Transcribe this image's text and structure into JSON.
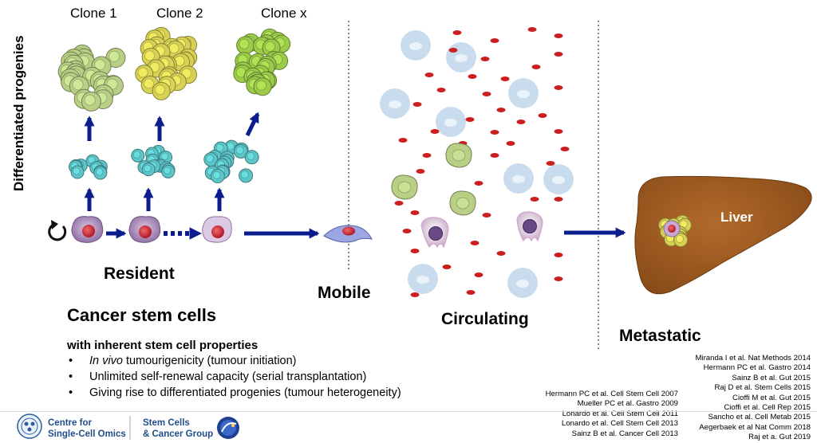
{
  "y_axis_label": "Differentiated progenies",
  "clones": [
    "Clone 1",
    "Clone 2",
    "Clone x"
  ],
  "stages": {
    "resident": "Resident",
    "mobile": "Mobile",
    "circulating": "Circulating",
    "metastatic": "Metastatic"
  },
  "title": "Cancer stem cells",
  "properties": {
    "heading": "with inherent stem cell properties",
    "item1_italic": "In vivo",
    "item1_rest": " tumourigenicity (tumour initiation)",
    "item2": "Unlimited self-renewal capacity (serial transplantation)",
    "item3": "Giving rise to differentiated progenies (tumour heterogeneity)"
  },
  "organ_label": "Liver",
  "references_left": [
    "Hermann PC et al. Cell Stem Cell 2007",
    "Mueller PC et al. Gastro 2009",
    "Lonardo et al. Cell Stem Cell 2011",
    "Lonardo et al. Cell Stem Cell 2013",
    "Sainz B et al. Cancer Cell 2013"
  ],
  "references_right": [
    "Miranda I et al. Nat Methods 2014",
    "Hermann PC et al. Gastro 2014",
    "Sainz B et al. Gut 2015",
    "Raj D et al. Stem Cells 2015",
    "Cioffi M et al. Gut 2015",
    "Cioffi et al. Cell Rep 2015",
    "Sancho et al. Cell Metab 2015",
    "Aegerbaek et al Nat Comm 2018",
    "Raj et a. Gut 2019"
  ],
  "logos": {
    "centre_line1": "Centre for",
    "centre_line2": "Single-Cell Omics",
    "group_line1": "Stem Cells",
    "group_line2": "& Cancer Group"
  },
  "colors": {
    "arrow": "#0b1d8c",
    "clone1": "#b9cf86",
    "clone2": "#d7d255",
    "clonex": "#9ccb4a",
    "progenitor": "#5ec6c9",
    "stem_cell": "#a98fb4",
    "nucleus": "#c8283a",
    "liver": "#a15e24",
    "rbc": "#cc1f1f",
    "wbc": "#c9dcee"
  }
}
